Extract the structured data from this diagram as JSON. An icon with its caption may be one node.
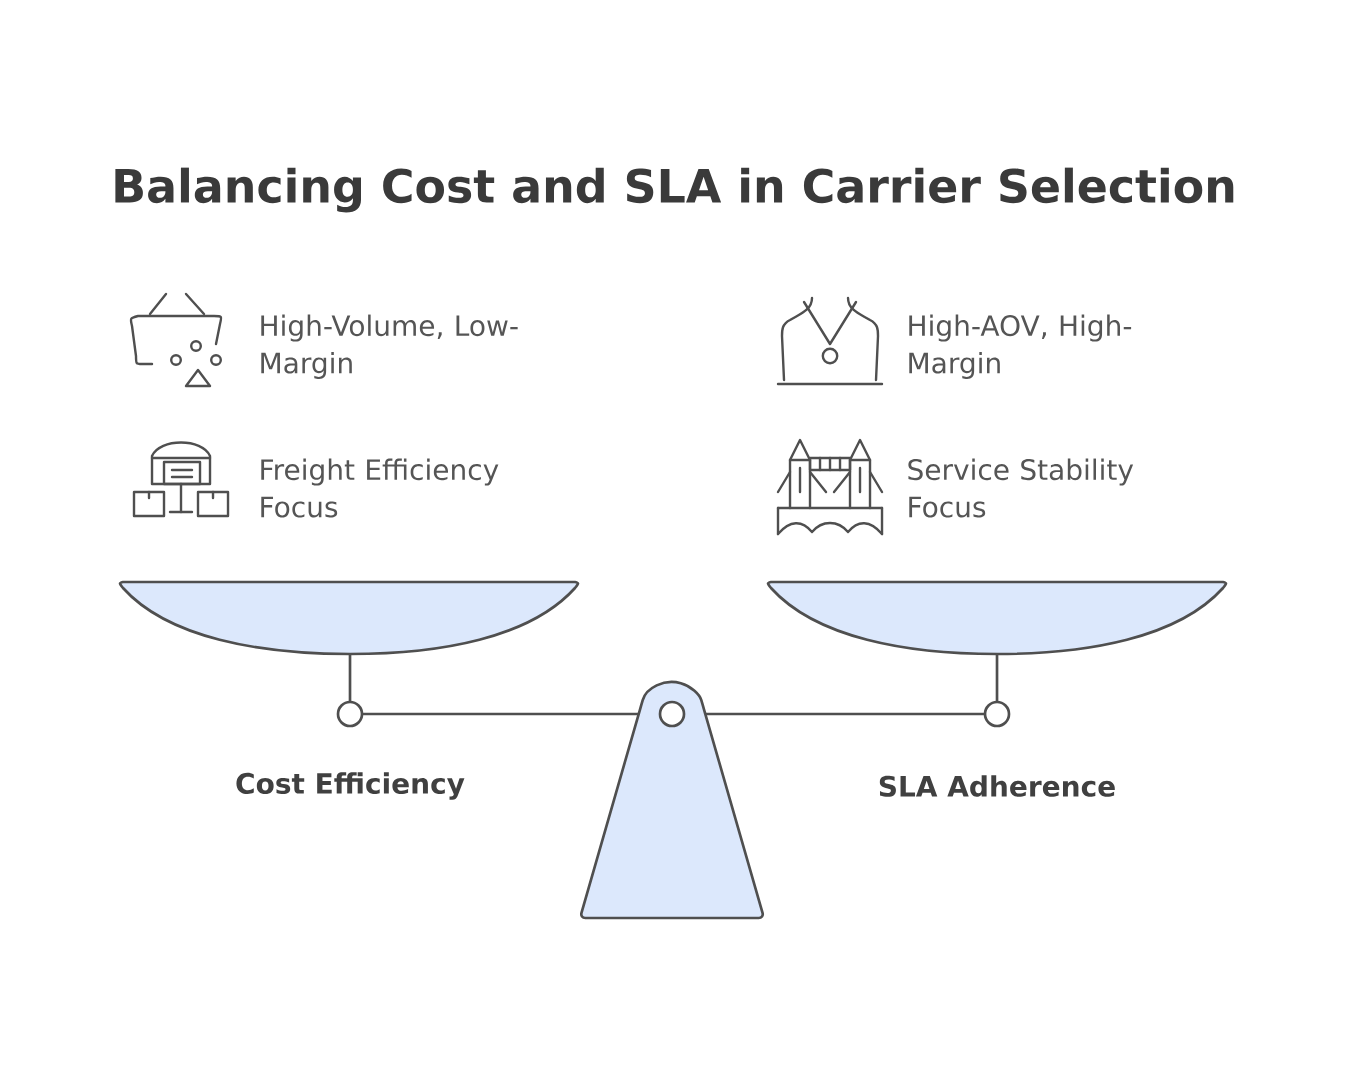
{
  "diagram": {
    "title": "Balancing Cost and SLA in Carrier Selection",
    "labels": [
      "High-Volume, Low-Margin",
      "High-AOV, High-Margin",
      "Freight Efficiency Focus",
      "Service Stability Focus",
      "Cost Efficiency",
      "SLA Adherence"
    ]
  }
}
